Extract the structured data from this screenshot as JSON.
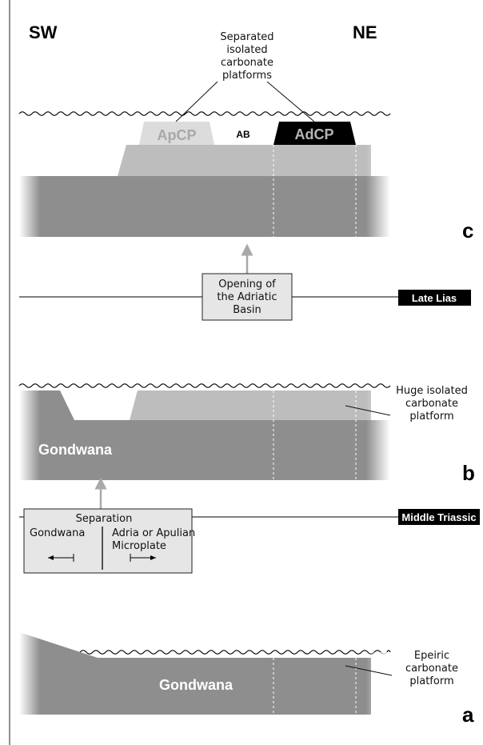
{
  "labels": {
    "sw": "SW",
    "ne": "NE"
  },
  "panel_c": {
    "callout_lines": [
      "Separated",
      "isolated",
      "carbonate",
      "platforms"
    ],
    "apcp": "ApCP",
    "ab": "AB",
    "adcp": "AdCP",
    "letter": "c",
    "event_box_lines": [
      "Opening of",
      "the Adriatic",
      "Basin"
    ],
    "age_tag": "Late Lias"
  },
  "panel_b": {
    "gondwana": "Gondwana",
    "callout_lines": [
      "Huge isolated",
      "carbonate",
      "platform"
    ],
    "letter": "b",
    "event_box": {
      "title": "Separation",
      "left_label": "Gondwana",
      "right_label_lines": [
        "Adria or Apulian",
        "Microplate"
      ]
    },
    "age_tag": "Middle Triassic"
  },
  "panel_a": {
    "gondwana": "Gondwana",
    "callout_lines": [
      "Epeiric",
      "carbonate",
      "platform"
    ],
    "letter": "a"
  },
  "colors": {
    "basement": "#8e8e8e",
    "platform_light": "#bdbdbd",
    "apcp_fill": "#dcdcdc",
    "adcp_fill": "#000000",
    "box_fill": "#e6e6e6",
    "arrow": "#a9a9a9",
    "tag_bg": "#000000"
  }
}
